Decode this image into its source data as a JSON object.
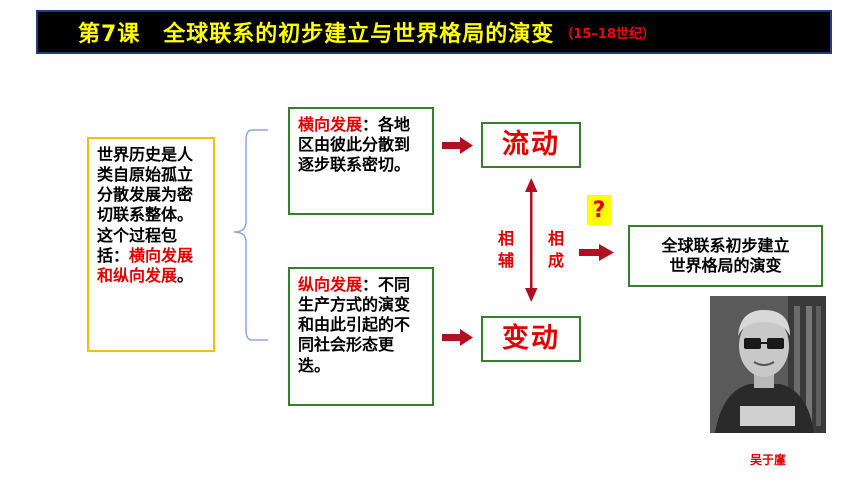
{
  "title": {
    "main": "第7课　全球联系的初步建立与世界格局的演变",
    "sub": "（15–18世纪）"
  },
  "left_box": {
    "text": "世界历史是人类自原始孤立分散发展为密切联系整体。这个过程包括：",
    "red_text": "横向发展和纵向发展",
    "end": "。"
  },
  "horizontal": {
    "term": "横向发展",
    "text": "：各地区由彼此分散到逐步联系密切。"
  },
  "vertical": {
    "term": "纵向发展",
    "text": "：不同生产方式的演变和由此引起的不同社会形态更迭。"
  },
  "flow_label": "流动",
  "change_label": "变动",
  "relation": {
    "left_chars": [
      "相",
      "辅"
    ],
    "right_chars": [
      "相",
      "成"
    ]
  },
  "question_mark": "?",
  "result": {
    "line1": "全球联系初步建立",
    "line2": "世界格局的演变"
  },
  "portrait_caption": "吴于廑",
  "colors": {
    "title_text": "#ffff00",
    "accent_red": "#e00000",
    "box_green": "#3a7d2c",
    "left_border": "#f5c000",
    "arrow_dark_red": "#b01020"
  }
}
